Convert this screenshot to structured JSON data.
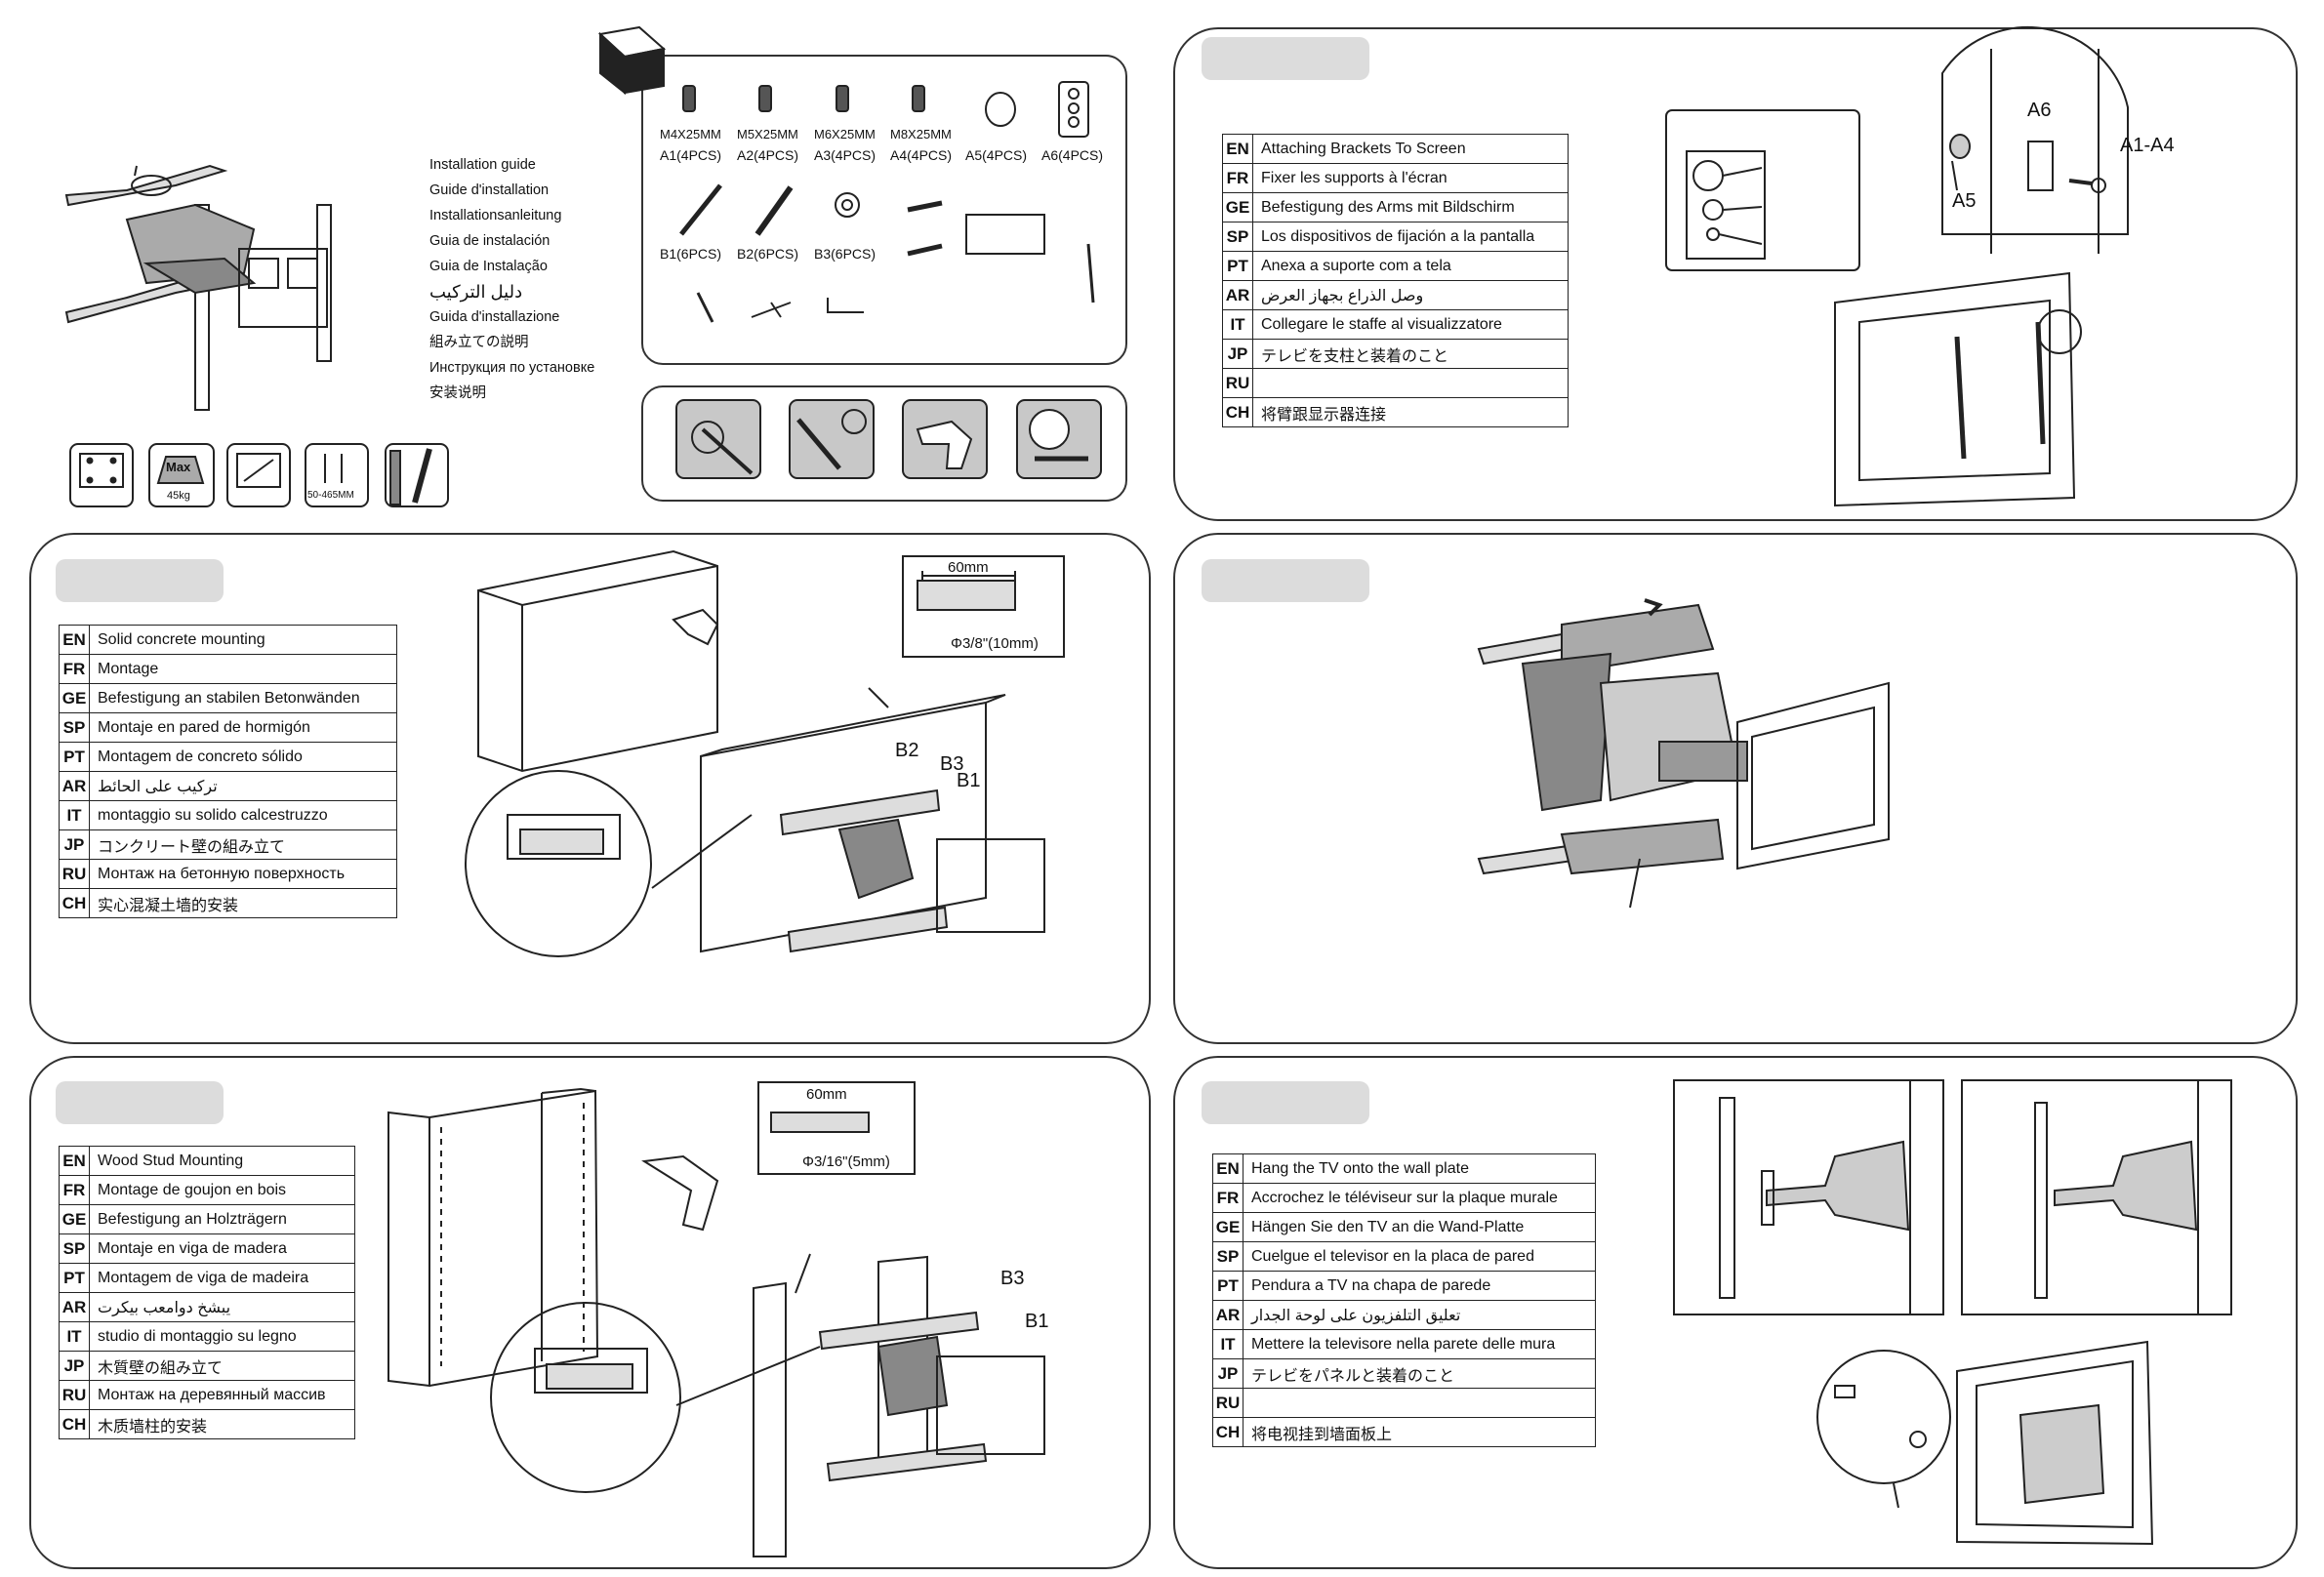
{
  "guide_titles": [
    "Installation  guide",
    "Guide d'installation",
    "Installationsanleitung",
    "Guia de instalación",
    "Guia de Instalação",
    "دليل التركيب",
    "Guida d'installazione",
    "組み立ての説明",
    "Инструкция по установке",
    "安装说明"
  ],
  "spec_icons": {
    "max_label": "Max",
    "weight": "45kg",
    "range": "50-465MM"
  },
  "hardware": {
    "a_sizes": [
      "M4X25MM",
      "M5X25MM",
      "M6X25MM",
      "M8X25MM"
    ],
    "a_labels": [
      "A1(4PCS)",
      "A2(4PCS)",
      "A3(4PCS)",
      "A4(4PCS)",
      "A5(4PCS)",
      "A6(4PCS)"
    ],
    "b_labels": [
      "B1(6PCS)",
      "B2(6PCS)",
      "B3(6PCS)"
    ]
  },
  "panel_screen": {
    "rows": [
      {
        "code": "EN",
        "text": "Attaching Brackets To Screen"
      },
      {
        "code": "FR",
        "text": "Fixer les supports à l'écran"
      },
      {
        "code": "GE",
        "text": "Befestigung des Arms mit Bildschirm"
      },
      {
        "code": "SP",
        "text": "Los dispositivos de fijación a la pantalla"
      },
      {
        "code": "PT",
        "text": "Anexa a suporte com a tela"
      },
      {
        "code": "AR",
        "text": "وصل الذراع بجهاز العرض"
      },
      {
        "code": "IT",
        "text": "Collegare le staffe al visualizzatore"
      },
      {
        "code": "JP",
        "text": "テレビを支柱と装着のこと"
      },
      {
        "code": "RU",
        "text": ""
      },
      {
        "code": "CH",
        "text": "将臂跟显示器连接"
      }
    ],
    "callouts": {
      "a6": "A6",
      "a1a4": "A1-A4",
      "a5": "A5"
    }
  },
  "panel_concrete": {
    "rows": [
      {
        "code": "EN",
        "text": "Solid  concrete  mounting"
      },
      {
        "code": "FR",
        "text": "Montage"
      },
      {
        "code": "GE",
        "text": "Befestigung an stabilen Betonwänden"
      },
      {
        "code": "SP",
        "text": "Montaje en pared de hormigón"
      },
      {
        "code": "PT",
        "text": "Montagem de concreto sólido"
      },
      {
        "code": "AR",
        "text": "تركيب على الحائط"
      },
      {
        "code": "IT",
        "text": "montaggio su solido calcestruzzo"
      },
      {
        "code": "JP",
        "text": "コンクリート壁の組み立て"
      },
      {
        "code": "RU",
        "text": "Монтаж на бетонную поверхность"
      },
      {
        "code": "CH",
        "text": "实心混凝土墙的安装"
      }
    ],
    "depth": "60mm",
    "drill": "Φ3/8\"(10mm)",
    "callouts": {
      "b2": "B2",
      "b3": "B3",
      "b1": "B1"
    }
  },
  "panel_wood": {
    "rows": [
      {
        "code": "EN",
        "text": "Wood Stud Mounting"
      },
      {
        "code": "FR",
        "text": "Montage de goujon en bois"
      },
      {
        "code": "GE",
        "text": "Befestigung an Holzträgern"
      },
      {
        "code": "SP",
        "text": "Montaje en viga de madera"
      },
      {
        "code": "PT",
        "text": "Montagem de viga de madeira"
      },
      {
        "code": "AR",
        "text": "يبشخ دوامعب بيكرت"
      },
      {
        "code": "IT",
        "text": "studio di montaggio su legno"
      },
      {
        "code": "JP",
        "text": "木質壁の組み立て"
      },
      {
        "code": "RU",
        "text": "Монтаж на деревянный массив"
      },
      {
        "code": "CH",
        "text": "木质墙柱的安装"
      }
    ],
    "depth": "60mm",
    "drill": "Φ3/16\"(5mm)",
    "callouts": {
      "b3": "B3",
      "b1": "B1"
    }
  },
  "panel_hang": {
    "rows": [
      {
        "code": "EN",
        "text": "Hang  the  TV  onto  the  wall  plate"
      },
      {
        "code": "FR",
        "text": "Accrochez le téléviseur sur la plaque murale"
      },
      {
        "code": "GE",
        "text": "Hängen Sie den TV an die Wand-Platte"
      },
      {
        "code": "SP",
        "text": "Cuelgue el televisor en la placa de pared"
      },
      {
        "code": "PT",
        "text": "Pendura a TV na chapa de parede"
      },
      {
        "code": "AR",
        "text": "تعليق التلفزيون على لوحة الجدار"
      },
      {
        "code": "IT",
        "text": "Mettere la televisore nella parete delle mura"
      },
      {
        "code": "JP",
        "text": "テレビをパネルと装着のこと"
      },
      {
        "code": "RU",
        "text": ""
      },
      {
        "code": "CH",
        "text": "将电视挂到墙面板上"
      }
    ]
  }
}
